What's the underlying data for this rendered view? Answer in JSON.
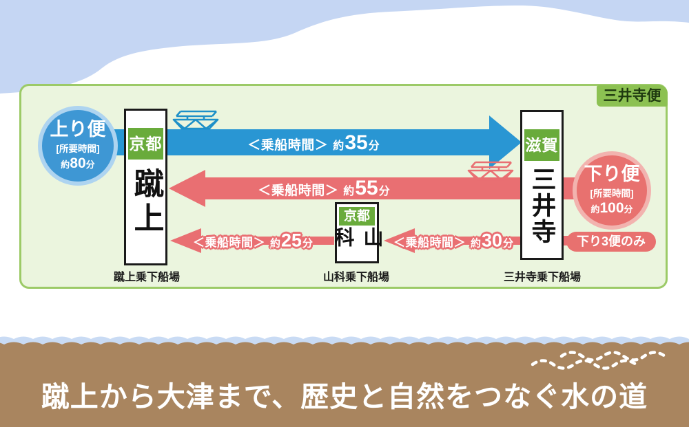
{
  "badge": {
    "label": "三井寺便"
  },
  "service_up": {
    "title": "上り便",
    "duration_label": "[所要時間]",
    "approx": "約",
    "minutes": "80",
    "unit": "分"
  },
  "service_down": {
    "title": "下り便",
    "duration_label": "[所要時間]",
    "approx": "約",
    "minutes": "100",
    "unit": "分"
  },
  "stations": [
    {
      "pref": "京都",
      "name": "蹴上",
      "platform": "蹴上乗下船場"
    },
    {
      "pref": "京都",
      "name": "山科",
      "platform": "山科乗下船場"
    },
    {
      "pref": "滋賀",
      "name": "三井寺",
      "platform": "三井寺乗下船場"
    }
  ],
  "routes": [
    {
      "name": "keage-to-miidera",
      "prefix": "＜乗船時間＞",
      "approx": "約",
      "minutes": "35",
      "unit": "分",
      "direction": "right",
      "color": "#2996d3"
    },
    {
      "name": "miidera-to-keage",
      "prefix": "＜乗船時間＞",
      "approx": "約",
      "minutes": "55",
      "unit": "分",
      "direction": "left",
      "color": "#e96f72"
    },
    {
      "name": "yamashina-to-keage",
      "prefix": "＜乗船時間＞",
      "approx": "約",
      "minutes": "25",
      "unit": "分",
      "direction": "left",
      "color": "#e96f72"
    },
    {
      "name": "miidera-to-yamashina",
      "prefix": "＜乗船時間＞",
      "approx": "約",
      "minutes": "30",
      "unit": "分",
      "direction": "left",
      "color": "#e96f72"
    }
  ],
  "note": {
    "label": "下り3便のみ"
  },
  "headline": {
    "text": "蹴上から大津まで、歴史と自然をつなぐ水の道"
  },
  "colors": {
    "sky": "#c5d6f3",
    "panel_bg": "#ebf5de",
    "panel_border": "#9cca67",
    "badge_green": "#8cc152",
    "pref_green": "#69ab3b",
    "up_blue": "#2996d3",
    "down_pink": "#e96f72",
    "circle_blue": "#3e97d4",
    "circle_blue_ring": "#aed4f0",
    "circle_pink": "#e8716f",
    "circle_pink_ring": "#f2b3af",
    "earth_brown": "#a9855f",
    "wave_blue": "#c9dbf4"
  }
}
